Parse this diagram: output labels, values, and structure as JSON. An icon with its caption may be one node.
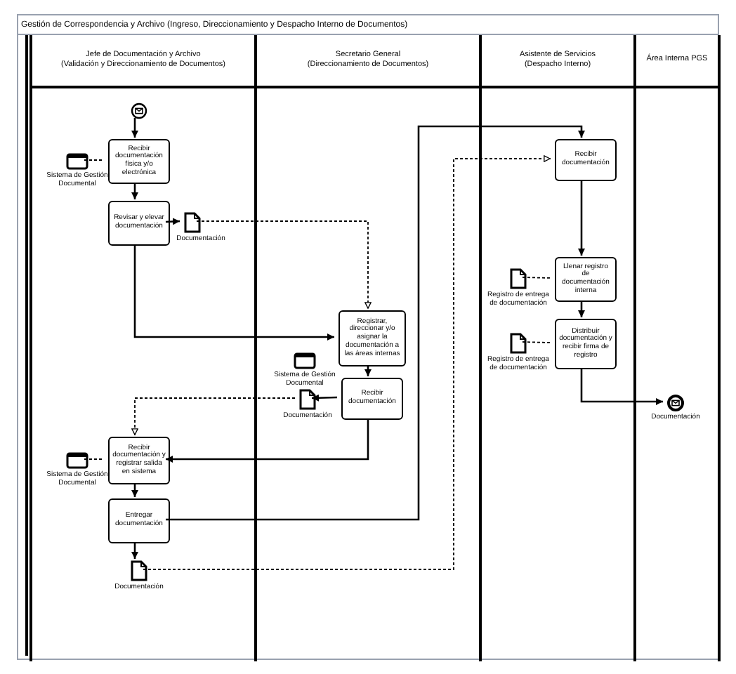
{
  "diagram": {
    "nodes": [
      {
        "text": [
          "Gestión de Correspondencia y Archivo (Ingreso, Direccionamiento y Despacho Interno de Documentos)"
        ]
      },
      {
        "text": [
          "Jefe de Documentación y Archivo",
          "(Validación y Direccionamiento de Documentos)"
        ],
        "in": 0
      },
      {
        "text": [
          "Secretario General",
          "(Direccionamiento de Documentos)"
        ],
        "in": 0
      },
      {
        "text": [
          "Asistente de Servicios",
          "(Despacho Interno)"
        ],
        "in": 0
      },
      {
        "text": [
          "Área Interna PGS"
        ],
        "in": 0
      },
      {
        "text": [],
        "shape": "circle",
        "in": 1
      },
      {
        "text": [
          "Recibir documentación física y/o electrónica"
        ],
        "in": 1
      },
      {
        "text": [
          "Sistema de Gestión Documental"
        ],
        "in": 1
      },
      {
        "text": [
          "Revisar y elevar documentación"
        ],
        "in": 1
      },
      {
        "text": [
          "Documentación"
        ],
        "in": 1
      },
      {
        "text": [
          "Registrar, direccionar y/o asignar la documentación a las áreas internas"
        ],
        "in": 2
      },
      {
        "text": [
          "Sistema de Gestión Documental"
        ],
        "in": 2
      },
      {
        "text": [
          "Recibir documentación"
        ],
        "in": 2
      },
      {
        "text": [
          "Documentación"
        ],
        "in": 2
      },
      {
        "text": [
          "Recibir documentación y registrar salida en sistema"
        ],
        "in": 1
      },
      {
        "text": [
          "Sistema de Gestión Documental"
        ],
        "in": 1
      },
      {
        "text": [
          "Entregar documentación"
        ],
        "in": 1
      },
      {
        "text": [
          "Documentación"
        ],
        "in": 1
      },
      {
        "text": [
          "Recibir documentación"
        ],
        "in": 3
      },
      {
        "text": [
          "Registro de entrega de documentación"
        ],
        "in": 3
      },
      {
        "text": [
          "Llenar registro de documentación interna"
        ],
        "in": 3
      },
      {
        "text": [
          "Registro de entrega de documentación"
        ],
        "in": 3
      },
      {
        "text": [
          "Distribuir documentación y recibir firma de registro"
        ],
        "in": 3
      },
      {
        "text": [],
        "shape": "circle",
        "beside": [
          "Documentación"
        ],
        "in": 4
      }
    ],
    "edges": [
      {
        "from": 5,
        "to": 6,
        "arrow": "to"
      },
      {
        "from": 7,
        "to": 6,
        "arrow": "none",
        "style": "dashed"
      },
      {
        "from": 6,
        "to": 8,
        "arrow": "to"
      },
      {
        "from": 8,
        "to": 9,
        "arrow": "to"
      },
      {
        "from": 9,
        "to": 10,
        "arrow": "to",
        "style": "dashed"
      },
      {
        "from": 8,
        "to": 10,
        "arrow": "to"
      },
      {
        "from": 10,
        "to": 12,
        "arrow": "to"
      },
      {
        "from": 12,
        "to": 13,
        "arrow": "to"
      },
      {
        "from": 13,
        "to": 14,
        "arrow": "to",
        "style": "dashed"
      },
      {
        "from": 12,
        "to": 14,
        "arrow": "to"
      },
      {
        "from": 15,
        "to": 14,
        "arrow": "none",
        "style": "dashed"
      },
      {
        "from": 14,
        "to": 16,
        "arrow": "to"
      },
      {
        "from": 16,
        "to": 18,
        "arrow": "to"
      },
      {
        "from": 16,
        "to": 17,
        "arrow": "to"
      },
      {
        "from": 17,
        "to": 18,
        "arrow": "to",
        "style": "dashed"
      },
      {
        "from": 18,
        "to": 20,
        "arrow": "to"
      },
      {
        "from": 19,
        "to": 20,
        "arrow": "none",
        "style": "dashed"
      },
      {
        "from": 20,
        "to": 22,
        "arrow": "to"
      },
      {
        "from": 21,
        "to": 22,
        "arrow": "none",
        "style": "dashed"
      },
      {
        "from": 22,
        "to": 23,
        "arrow": "to"
      }
    ]
  }
}
